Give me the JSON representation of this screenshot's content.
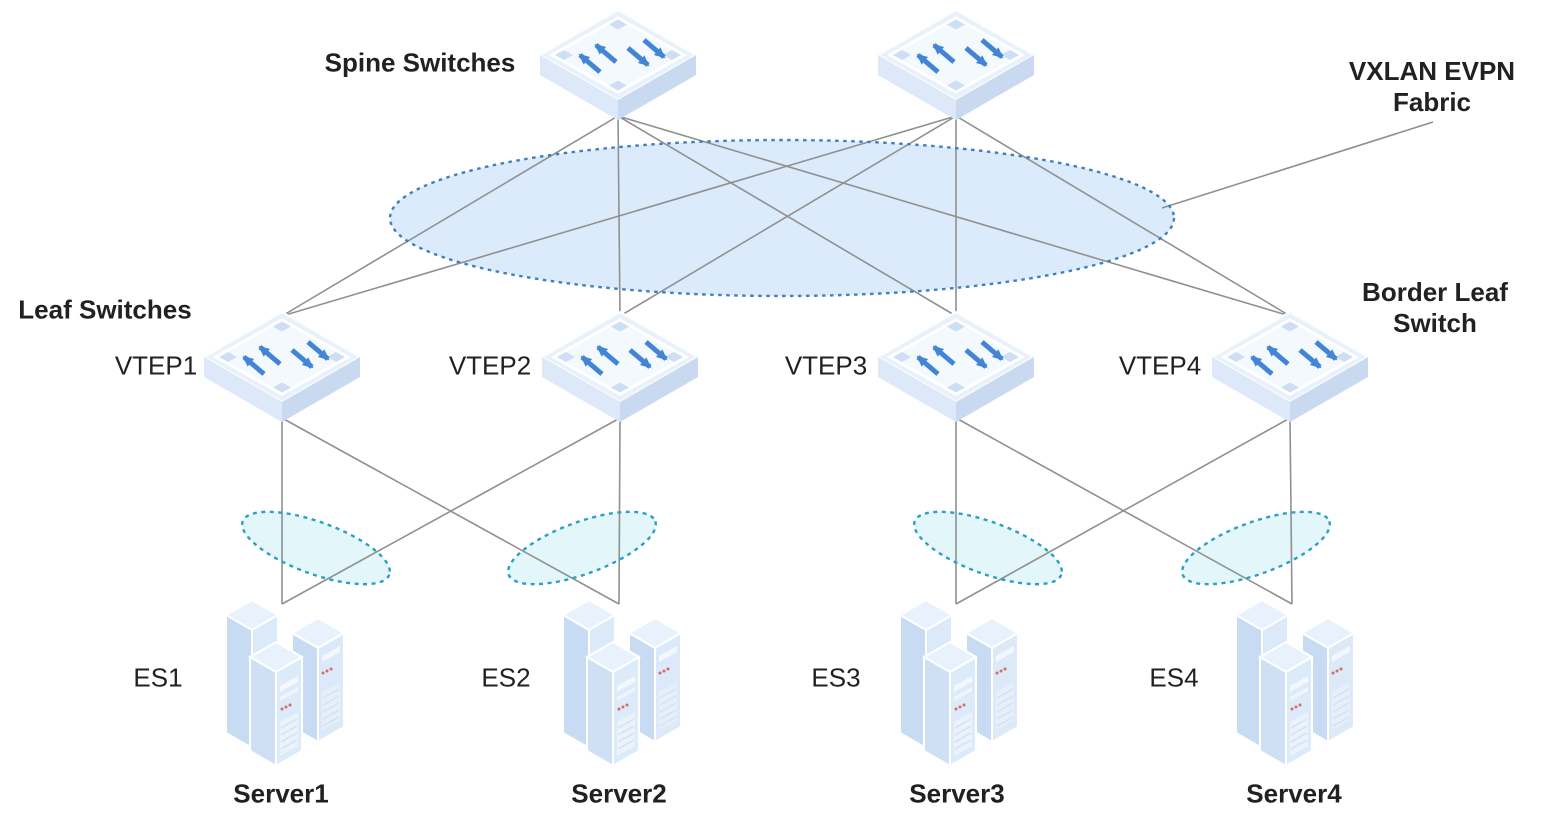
{
  "labels": {
    "spine_switches": "Spine Switches",
    "leaf_switches": "Leaf Switches",
    "vxlan_fabric_line1": "VXLAN EVPN",
    "vxlan_fabric_line2": "Fabric",
    "border_leaf_line1": "Border Leaf",
    "border_leaf_line2": "Switch"
  },
  "vteps": [
    {
      "label": "VTEP1"
    },
    {
      "label": "VTEP2"
    },
    {
      "label": "VTEP3"
    },
    {
      "label": "VTEP4"
    }
  ],
  "ethernet_segments": [
    {
      "label": "ES1"
    },
    {
      "label": "ES2"
    },
    {
      "label": "ES3"
    },
    {
      "label": "ES4"
    }
  ],
  "servers": [
    {
      "label": "Server1"
    },
    {
      "label": "Server2"
    },
    {
      "label": "Server3"
    },
    {
      "label": "Server4"
    }
  ],
  "icons": {
    "spine": "switch-icon",
    "leaf": "switch-icon",
    "server": "server-icon"
  },
  "colors": {
    "link_line": "#909090",
    "fabric_ellipse_fill": "#dcebfb",
    "fabric_ellipse_stroke": "#3e7fc1",
    "es_ellipse_fill": "#e3f6f9",
    "es_ellipse_stroke": "#2ba0c6",
    "switch_arrow": "#4285d7",
    "label_text": "#212121"
  }
}
